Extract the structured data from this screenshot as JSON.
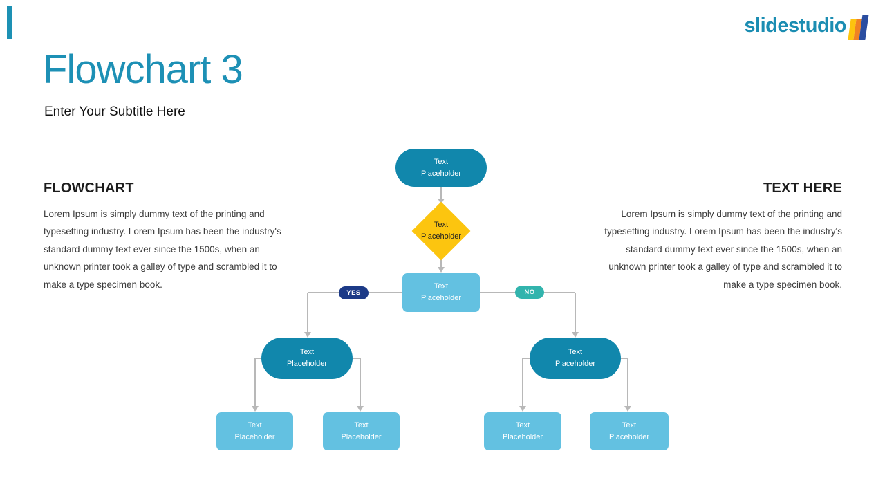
{
  "slide": {
    "title": "Flowchart 3",
    "subtitle": "Enter Your Subtitle Here"
  },
  "logo": {
    "text": "slidestudio"
  },
  "left_block": {
    "heading": "FLOWCHART",
    "body": "Lorem Ipsum is simply dummy text of the printing and typesetting industry. Lorem Ipsum has been the industry's standard dummy text ever since the 1500s, when an unknown printer took a galley of type and scrambled it to make a type specimen book."
  },
  "right_block": {
    "heading": "TEXT HERE",
    "body": "Lorem Ipsum is simply dummy text of the printing and typesetting industry. Lorem Ipsum has been the industry's standard dummy text ever since the 1500s, when an unknown printer took a galley of type and scrambled it to make a type specimen book."
  },
  "flowchart": {
    "nodes": {
      "start": "Text Placeholder",
      "decision": "Text Placeholder",
      "process": "Text Placeholder",
      "yes_branch": "Text Placeholder",
      "no_branch": "Text Placeholder",
      "outcome1": "Text Placeholder",
      "outcome2": "Text Placeholder",
      "outcome3": "Text Placeholder",
      "outcome4": "Text Placeholder"
    },
    "branch_labels": {
      "yes": "YES",
      "no": "NO"
    }
  },
  "colors": {
    "accent_teal": "#1d90b5",
    "node_teal": "#1187ac",
    "node_light_blue": "#63c1e1",
    "diamond_yellow": "#fcc50f",
    "yes_navy": "#1c3a87",
    "no_teal": "#32b4ad",
    "connector_gray": "#b8b8b8",
    "logo_teal": "#1b8db2",
    "logo_bar_yellow": "#fdc40e",
    "logo_bar_orange": "#f08223",
    "logo_bar_blue": "#2a4da0"
  }
}
